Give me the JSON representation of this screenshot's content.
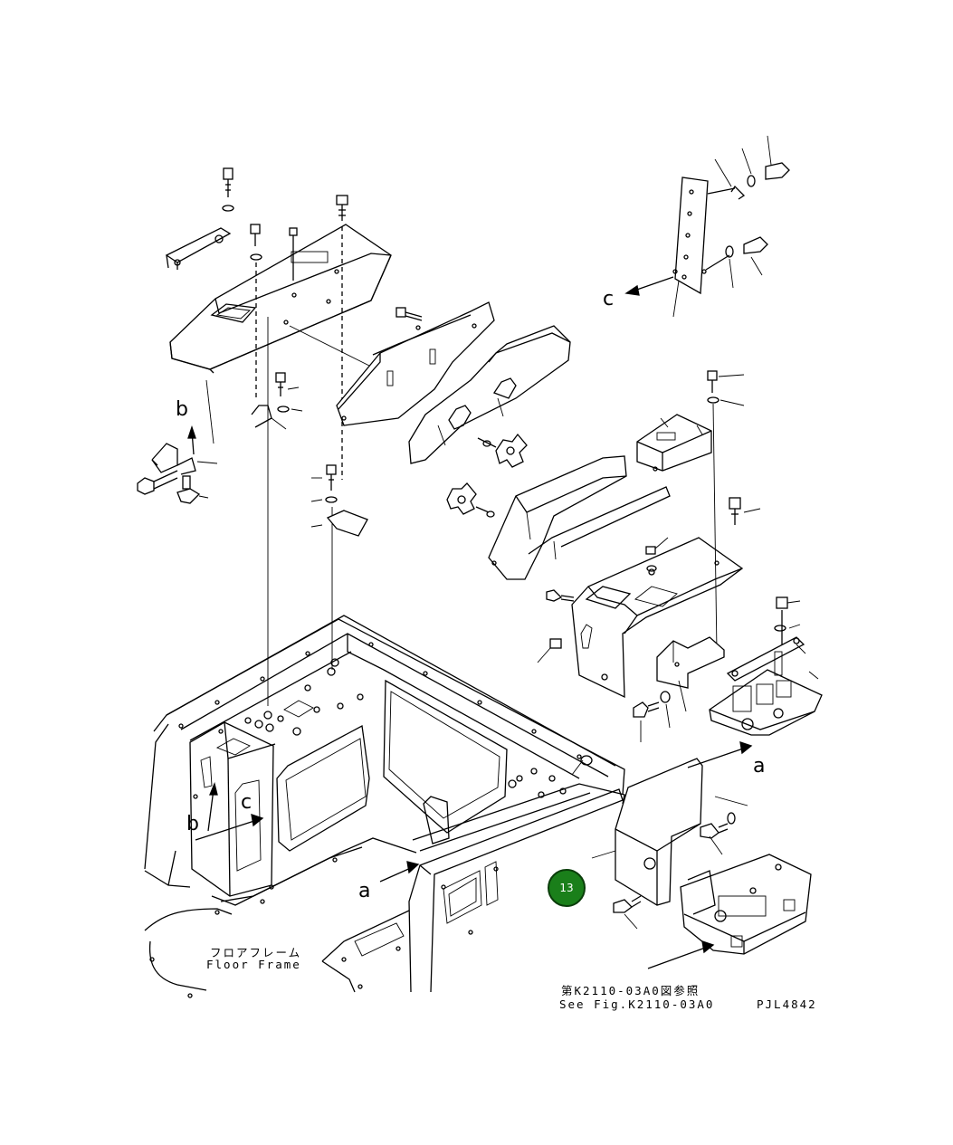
{
  "callouts": {
    "b_top": "b",
    "c_top": "c",
    "a_right": "a",
    "c_frame": "c",
    "b_frame": "b",
    "a_frame": "a"
  },
  "floor_frame": {
    "jp": "フロアフレーム",
    "en": "Floor Frame"
  },
  "see_fig": {
    "jp": "第K2110-03A0図参照",
    "en": "See Fig.K2110-03A0"
  },
  "drawing_code": "PJL4842",
  "badge": {
    "number": "13",
    "color": "#1a7f1a"
  }
}
